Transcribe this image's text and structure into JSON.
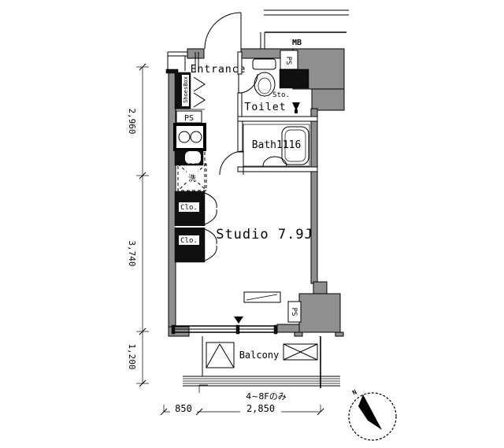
{
  "plan": {
    "labels": {
      "entrance": "Entrance",
      "toilet": "Toilet",
      "bath": "Bath1116",
      "studio": "Studio 7.9J",
      "storage": "Sto.",
      "meter_box": "MB",
      "pipe_shaft": "PS",
      "closet": "Clo.",
      "shoes_box": "ShoesBox",
      "washer": "洗",
      "balcony": "Balcony",
      "floor_note": "4~8Fのみ",
      "compass_north": "N"
    },
    "dimensions": {
      "left": [
        "2,960",
        "3,740",
        "1,200"
      ],
      "bottom_small": "850",
      "bottom_large": "2,850"
    },
    "colors": {
      "wall_gray": "#8f8f8f",
      "line_black": "#000000",
      "fill_black": "#101010",
      "background": "#ffffff"
    }
  }
}
